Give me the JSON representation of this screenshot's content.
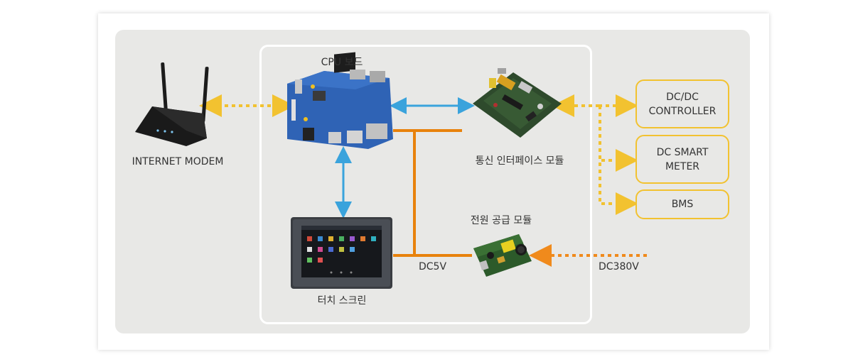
{
  "nodes": {
    "modem": {
      "label": "INTERNET MODEM"
    },
    "cpu": {
      "label": "CPU 보드"
    },
    "comm": {
      "label": "통신 인터페이스 모듈"
    },
    "touch": {
      "label": "터치 스크린"
    },
    "power": {
      "label": "전원 공급 모듈"
    },
    "dcdc": {
      "label": "DC/DC\nCONTROLLER"
    },
    "meter": {
      "label": "DC SMART\nMETER"
    },
    "bms": {
      "label": "BMS"
    }
  },
  "edges": {
    "dc5v": {
      "label": "DC5V"
    },
    "dc380v": {
      "label": "DC380V"
    }
  },
  "colors": {
    "dotted_yellow": "#f2c230",
    "blue_arrow": "#3aa3dc",
    "orange_dc": "#e8820c",
    "orange_dotted": "#f08a1c",
    "panel": "#e8e8e6"
  },
  "icons": [
    "router-icon",
    "cpu-board-icon",
    "comm-module-icon",
    "touchscreen-icon",
    "power-module-icon"
  ]
}
